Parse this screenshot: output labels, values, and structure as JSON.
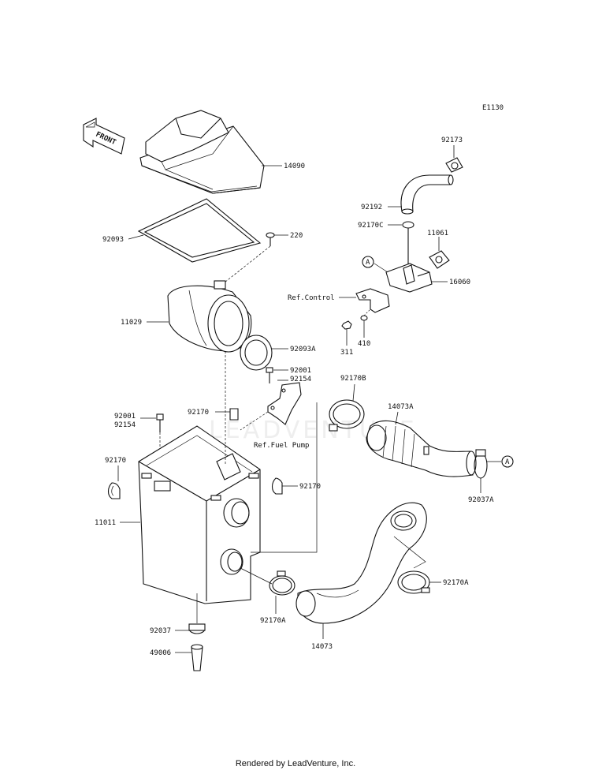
{
  "diagram_code": "E1130",
  "front_label": "FRONT",
  "watermark": "LEADVENTURE",
  "footer": "Rendered by LeadVenture, Inc.",
  "refs": {
    "control": "Ref.Control",
    "fuel_pump": "Ref.Fuel Pump"
  },
  "circle_marker": "A",
  "parts": {
    "p14090": "14090",
    "p92093": "92093",
    "p220": "220",
    "p11029": "11029",
    "p92093A": "92093A",
    "p92001_r": "92001",
    "p92154_r": "92154",
    "p92170_c": "92170",
    "p92001_l": "92001",
    "p92154_l": "92154",
    "p92170_l": "92170",
    "p92170_m": "92170",
    "p11011": "11011",
    "p92037": "92037",
    "p49006": "49006",
    "p92170A_l": "92170A",
    "p14073": "14073",
    "p92170A_r": "92170A",
    "p92170B": "92170B",
    "p14073A": "14073A",
    "p92037A": "92037A",
    "p92173": "92173",
    "p92192": "92192",
    "p92170C": "92170C",
    "p11061": "11061",
    "p16060": "16060",
    "p311": "311",
    "p410": "410"
  }
}
